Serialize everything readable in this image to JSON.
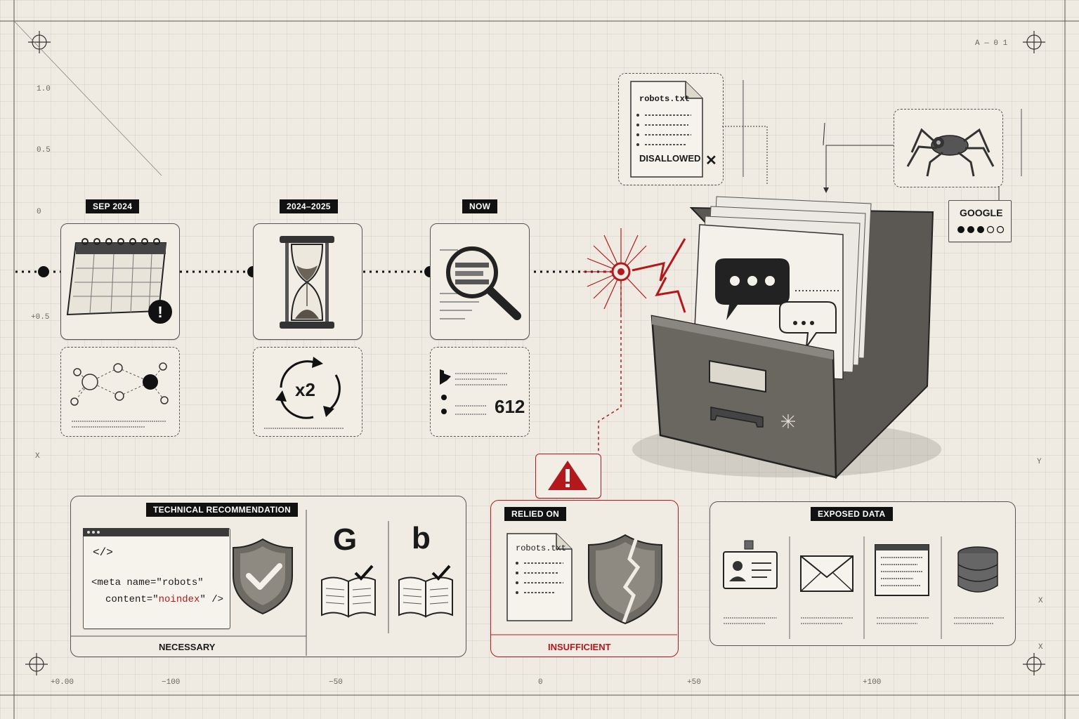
{
  "rulers": {
    "top_right": "A — 0 1",
    "left": [
      "1.0",
      "0.5",
      "0",
      "+0.5",
      "X"
    ],
    "bottom": [
      "+0.00",
      "−100",
      "−50",
      "0",
      "+50",
      "+100"
    ],
    "right": [
      "Y",
      "X",
      "X"
    ]
  },
  "timeline": [
    {
      "tag": "SEP 2024"
    },
    {
      "tag": "2024–2025",
      "badge": "x2"
    },
    {
      "tag": "NOW",
      "count": "612"
    }
  ],
  "robots_card": {
    "filename": "robots.txt",
    "status": "DISALLOWED",
    "mark": "✕"
  },
  "crawler": {
    "name": "GOOGLE"
  },
  "technical": {
    "tag": "TECHNICAL RECOMMENDATION",
    "code_icon": "</>",
    "code_line1": "<meta name=\"robots\"",
    "code_line2_pre": "content=\"",
    "code_value": "noindex",
    "code_line2_post": "\" />",
    "footer": "NECESSARY",
    "engines": [
      "G",
      "b"
    ]
  },
  "relied": {
    "tag": "RELIED ON",
    "filename": "robots.txt",
    "footer": "INSUFFICIENT"
  },
  "exposed": {
    "tag": "EXPOSED DATA"
  },
  "colors": {
    "accent_red": "#b3191c",
    "ink": "#111111",
    "paper": "#efebe2"
  }
}
